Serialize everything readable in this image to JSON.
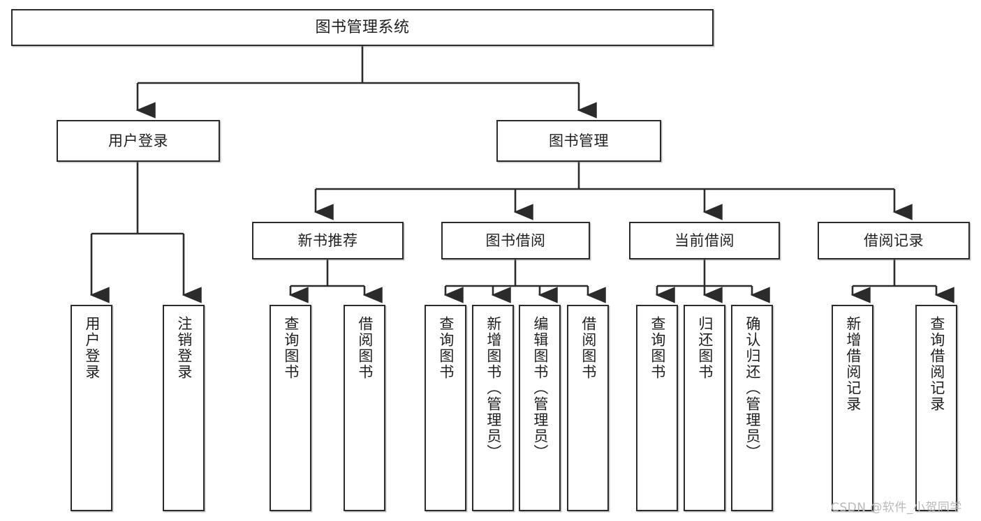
{
  "diagram": {
    "type": "tree",
    "title": "图书管理系统",
    "watermark": "CSDN @软件_小贺同学",
    "style": {
      "box_border_color": "#2b2b2b",
      "box_fill_color": "#ffffff",
      "connector_color": "#2b2b2b",
      "text_color": "#1f1f1f",
      "background_color": "#ffffff",
      "watermark_color": "#b9b9b9"
    },
    "levels": {
      "root": {
        "label": "图书管理系统"
      },
      "level2": [
        {
          "label": "用户登录"
        },
        {
          "label": "图书管理"
        }
      ],
      "level3": [
        {
          "label": "新书推荐"
        },
        {
          "label": "图书借阅"
        },
        {
          "label": "当前借阅"
        },
        {
          "label": "借阅记录"
        }
      ],
      "leaves": [
        {
          "label": "用户登录",
          "parent": "用户登录"
        },
        {
          "label": "注销登录",
          "parent": "用户登录"
        },
        {
          "label": "查询图书",
          "parent": "新书推荐"
        },
        {
          "label": "借阅图书",
          "parent": "新书推荐"
        },
        {
          "label": "查询图书",
          "parent": "图书借阅"
        },
        {
          "label": "新增图书（管理员）",
          "parent": "图书借阅"
        },
        {
          "label": "编辑图书（管理员）",
          "parent": "图书借阅"
        },
        {
          "label": "借阅图书",
          "parent": "图书借阅"
        },
        {
          "label": "查询图书",
          "parent": "当前借阅"
        },
        {
          "label": "归还图书",
          "parent": "当前借阅"
        },
        {
          "label": "确认归还（管理员）",
          "parent": "当前借阅"
        },
        {
          "label": "新增借阅记录",
          "parent": "借阅记录"
        },
        {
          "label": "查询借阅记录",
          "parent": "借阅记录"
        }
      ]
    }
  }
}
